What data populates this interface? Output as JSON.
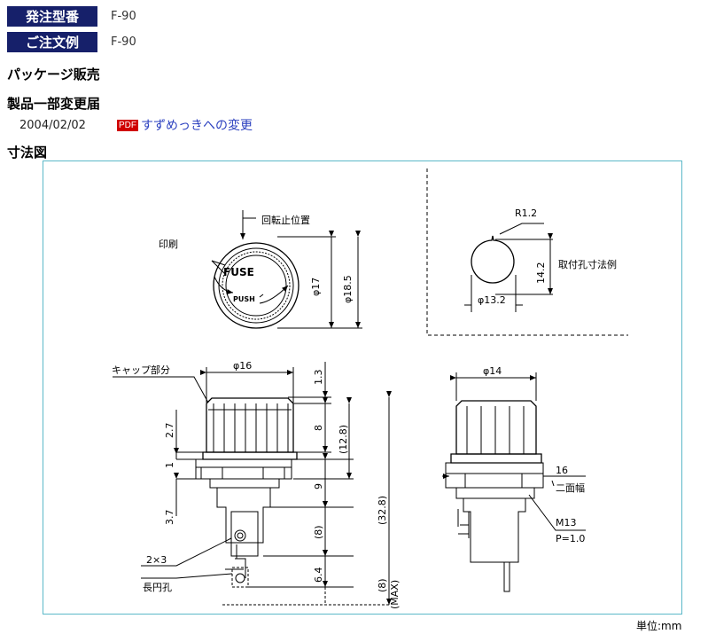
{
  "header": {
    "model_label": "発注型番",
    "model_value": "F-90",
    "order_label": "ご注文例",
    "order_value": "F-90"
  },
  "sections": {
    "package": "パッケージ販売",
    "change_notice": "製品一部変更届",
    "dimensions": "寸法図"
  },
  "notice": {
    "date": "2004/02/02",
    "badge": "PDF",
    "link_text": "すずめっきへの変更"
  },
  "drawing": {
    "rotation_stop": "回転止位置",
    "print_label": "印刷",
    "fuse_text": "FUSE",
    "push_text": "PUSH",
    "dia17": "φ17",
    "dia18_5": "φ18.5",
    "r12": "R1.2",
    "h142": "14.2",
    "hole_example": "取付孔寸法例",
    "dia13_2": "φ13.2",
    "cap_part": "キャップ部分",
    "dia16": "φ16",
    "dia14": "φ14",
    "d1_3": "1.3",
    "d8": "8",
    "d12_8": "(12.8)",
    "d32_8": "(32.8)",
    "d2_7": "2.7",
    "d1": "1",
    "d9": "9",
    "d3_7": "3.7",
    "d8b": "(8)",
    "d6_4": "6.4",
    "d8max": "(8)",
    "max": "(MAX)",
    "two_by_three": "2×3",
    "long_hole": "長円孔",
    "flat16": "16",
    "two_face": "二面幅",
    "m13": "M13",
    "pitch": "P=1.0"
  },
  "unit": "単位:mm"
}
